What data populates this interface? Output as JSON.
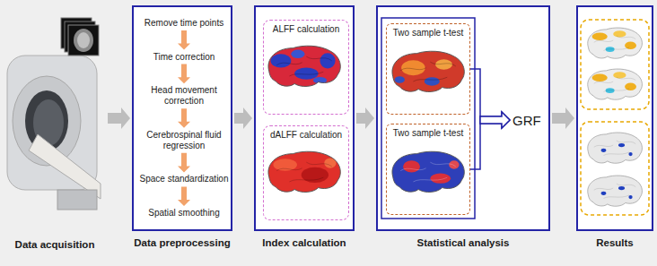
{
  "diagram": {
    "nodes": [
      {
        "text": [
          "Data acquisition"
        ]
      },
      {
        "text": [
          "Data preprocessing"
        ]
      },
      {
        "text": [
          "Remove time points"
        ],
        "in": 1
      },
      {
        "text": [
          "Time correction"
        ],
        "in": 1
      },
      {
        "text": [
          "Head movement correction"
        ],
        "in": 1
      },
      {
        "text": [
          "Cerebrospinal fluid regression"
        ],
        "in": 1
      },
      {
        "text": [
          "Space standardization"
        ],
        "in": 1
      },
      {
        "text": [
          "Spatial smoothing"
        ],
        "in": 1
      },
      {
        "text": [
          "Index calculation"
        ]
      },
      {
        "text": [
          "ALFF calculation"
        ],
        "in": 8
      },
      {
        "text": [
          "dALFF calculation"
        ],
        "in": 8
      },
      {
        "text": [
          "Statistical analysis"
        ]
      },
      {
        "text": [
          "Two sample t-test"
        ],
        "in": 11
      },
      {
        "text": [
          "Two sample t-test"
        ],
        "in": 11
      },
      {
        "text": [
          "GRF"
        ],
        "in": 11
      },
      {
        "text": [
          "Results"
        ]
      }
    ],
    "edges": [
      {
        "from": 0,
        "to": 1,
        "arrow": "to"
      },
      {
        "from": 1,
        "to": 8,
        "arrow": "to"
      },
      {
        "from": 8,
        "to": 11,
        "arrow": "to"
      },
      {
        "from": 11,
        "to": 15,
        "arrow": "to"
      },
      {
        "from": 2,
        "to": 3,
        "arrow": "to"
      },
      {
        "from": 3,
        "to": 4,
        "arrow": "to"
      },
      {
        "from": 4,
        "to": 5,
        "arrow": "to"
      },
      {
        "from": 5,
        "to": 6,
        "arrow": "to"
      },
      {
        "from": 6,
        "to": 7,
        "arrow": "to"
      },
      {
        "from": 12,
        "to": 14,
        "arrow": "to"
      },
      {
        "from": 13,
        "to": 14,
        "arrow": "to"
      }
    ]
  }
}
